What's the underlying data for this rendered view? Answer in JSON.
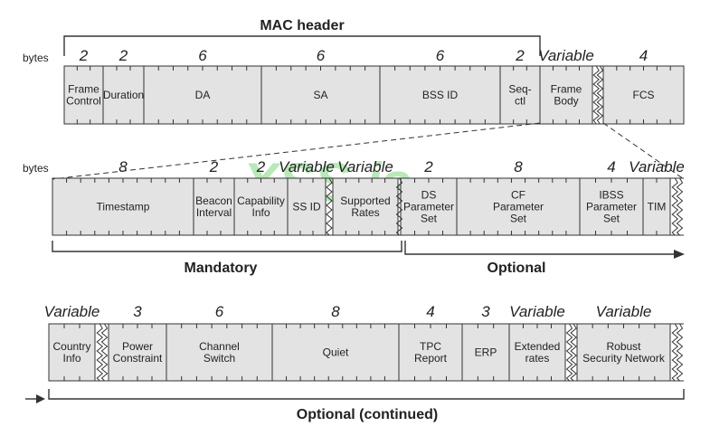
{
  "header": {
    "title": "MAC header",
    "bytes_label": "bytes"
  },
  "row1": {
    "fields": [
      {
        "size": "2",
        "lines": [
          "Frame",
          "Control"
        ]
      },
      {
        "size": "2",
        "lines": [
          "Duration"
        ]
      },
      {
        "size": "6",
        "lines": [
          "DA"
        ]
      },
      {
        "size": "6",
        "lines": [
          "SA"
        ]
      },
      {
        "size": "6",
        "lines": [
          "BSS ID"
        ]
      },
      {
        "size": "2",
        "lines": [
          "Seq-",
          "ctl"
        ]
      },
      {
        "size": "Variable",
        "lines": [
          "Frame",
          "Body"
        ]
      },
      {
        "size": "4",
        "lines": [
          "FCS"
        ]
      }
    ]
  },
  "row2": {
    "bytes_label": "bytes",
    "fields": [
      {
        "size": "8",
        "lines": [
          "Timestamp"
        ]
      },
      {
        "size": "2",
        "lines": [
          "Beacon",
          "Interval"
        ]
      },
      {
        "size": "2",
        "lines": [
          "Capability",
          "Info"
        ]
      },
      {
        "size": "Variable",
        "lines": [
          "SS ID"
        ]
      },
      {
        "size": "Variable",
        "lines": [
          "Supported",
          "Rates"
        ]
      },
      {
        "size": "2",
        "lines": [
          "DS",
          "Parameter",
          "Set"
        ]
      },
      {
        "size": "8",
        "lines": [
          "CF",
          "Parameter",
          "Set"
        ]
      },
      {
        "size": "4",
        "lines": [
          "IBSS",
          "Parameter",
          "Set"
        ]
      },
      {
        "size": "Variable",
        "lines": [
          "TIM"
        ]
      }
    ],
    "mandatory_label": "Mandatory",
    "optional_label": "Optional"
  },
  "row3": {
    "fields": [
      {
        "size": "Variable",
        "lines": [
          "Country",
          "Info"
        ]
      },
      {
        "size": "3",
        "lines": [
          "Power",
          "Constraint"
        ]
      },
      {
        "size": "6",
        "lines": [
          "Channel",
          "Switch"
        ]
      },
      {
        "size": "8",
        "lines": [
          "Quiet"
        ]
      },
      {
        "size": "4",
        "lines": [
          "TPC",
          "Report"
        ]
      },
      {
        "size": "3",
        "lines": [
          "ERP"
        ]
      },
      {
        "size": "Variable",
        "lines": [
          "Extended",
          "rates"
        ]
      },
      {
        "size": "Variable",
        "lines": [
          "Robust",
          "Security Network"
        ]
      }
    ],
    "optional_continued_label": "Optional (continued)"
  },
  "watermark": "XSS.is",
  "colors": {
    "fill": "#e3e3e3",
    "stroke": "#333333",
    "text": "#222222",
    "watermark": "#7fd87f"
  }
}
